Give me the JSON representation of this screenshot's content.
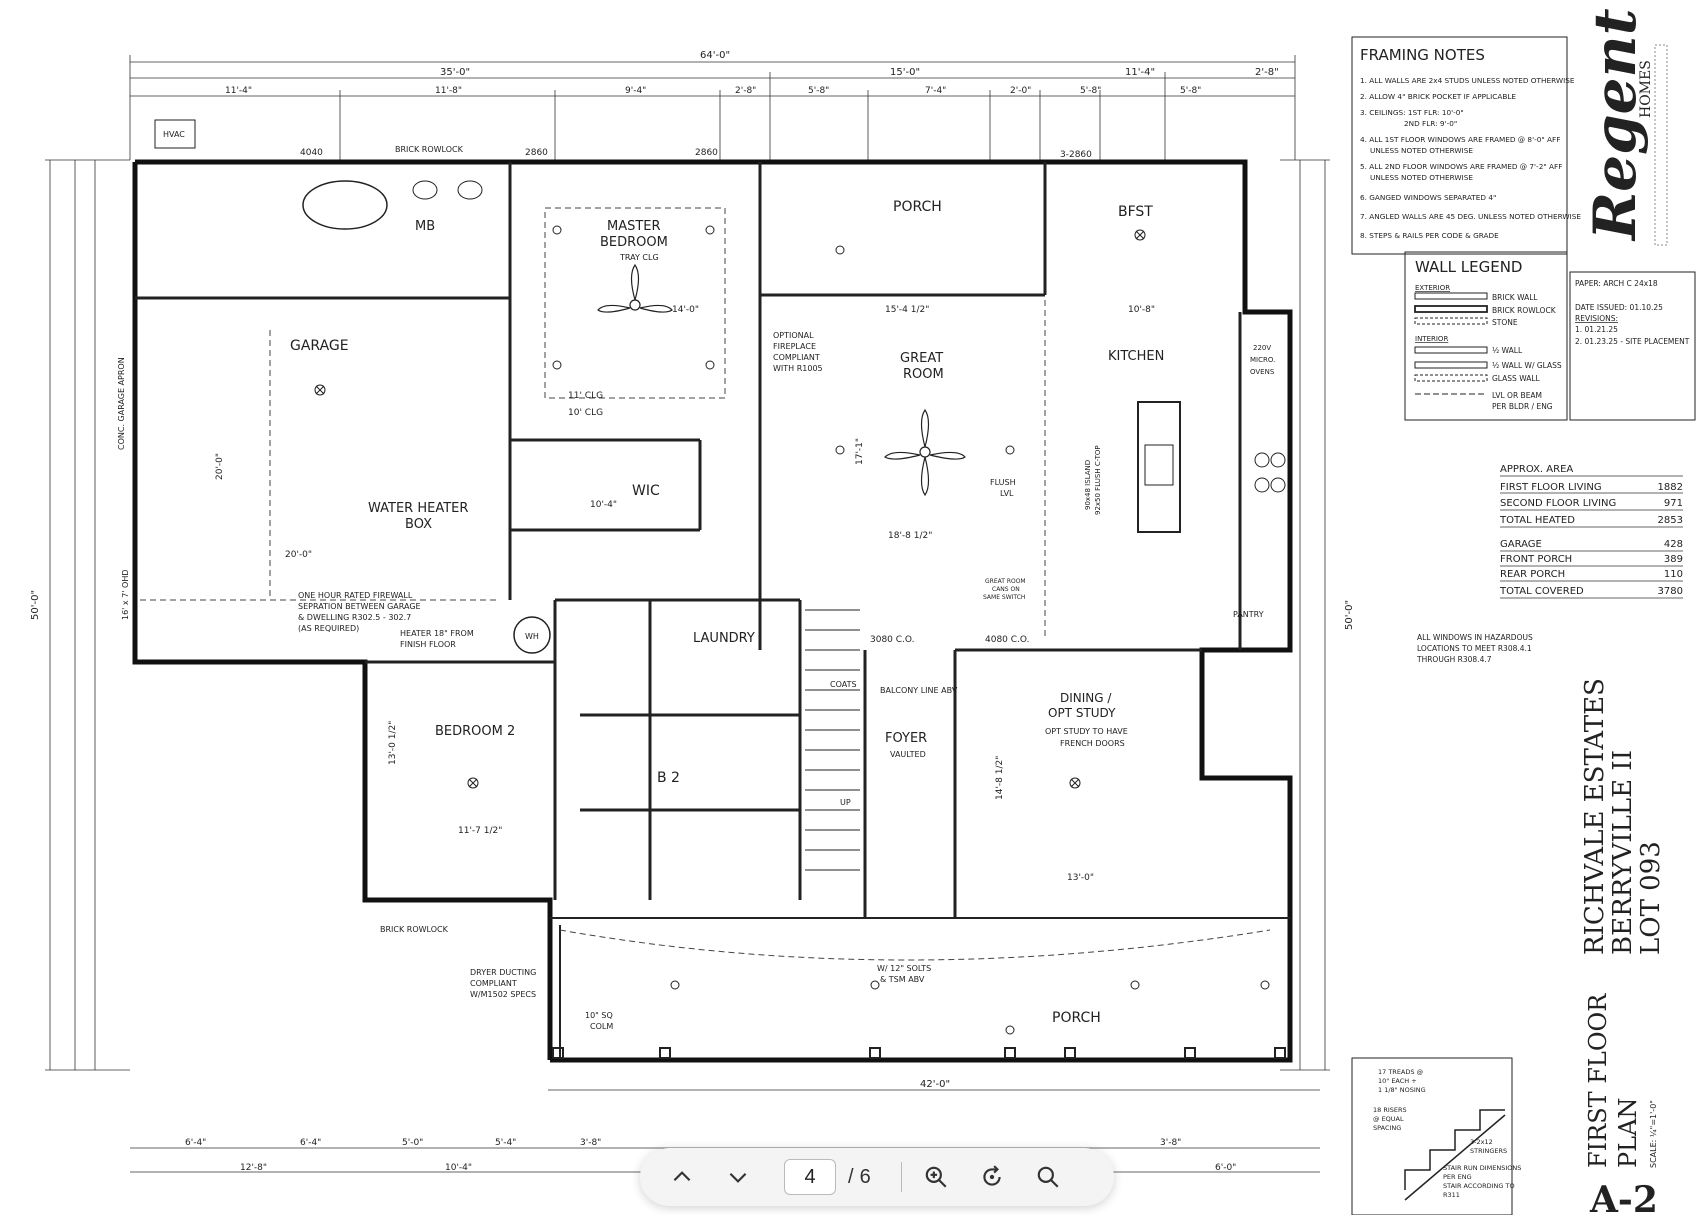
{
  "title_block": {
    "project": "RICHVALE ESTATES",
    "model": "BERRYVILLE II",
    "lot": "LOT 093",
    "sheet_title_1": "FIRST FLOOR",
    "sheet_title_2": "PLAN",
    "scale": "SCALE: ¼\"=1'-0\"",
    "sheet_number": "A-2",
    "brand": "Regent",
    "brand_sub": "HOMES"
  },
  "framing_notes": {
    "heading": "FRAMING NOTES",
    "items": [
      "1. ALL WALLS ARE 2x4 STUDS UNLESS NOTED OTHERWISE",
      "2. ALLOW 4\" BRICK POCKET IF APPLICABLE",
      "3. CEILINGS: 1ST FLR: 10'-0\"",
      "2ND FLR: 9'-0\"",
      "4. ALL 1ST FLOOR WINDOWS ARE FRAMED @ 8'-0\" AFF",
      "UNLESS NOTED OTHERWISE",
      "5. ALL 2ND FLOOR WINDOWS ARE FRAMED @ 7'-2\" AFF",
      "UNLESS NOTED OTHERWISE",
      "6. GANGED WINDOWS SEPARATED 4\"",
      "7. ANGLED WALLS ARE 45 DEG. UNLESS NOTED OTHERWISE",
      "8. STEPS & RAILS PER CODE & GRADE"
    ]
  },
  "wall_legend": {
    "heading": "WALL LEGEND",
    "exterior_label": "EXTERIOR",
    "interior_label": "INTERIOR",
    "items": [
      "BRICK WALL",
      "BRICK ROWLOCK",
      "STONE",
      "½ WALL",
      "½ WALL W/ GLASS",
      "GLASS WALL",
      "LVL OR BEAM",
      "PER BLDR / ENG"
    ]
  },
  "paper_info": {
    "paper": "PAPER: ARCH C 24x18",
    "date_issued": "DATE ISSUED: 01.10.25",
    "revisions_label": "REVISIONS:",
    "rev1": "1. 01.21.25",
    "rev2": "2. 01.23.25 - SITE PLACEMENT"
  },
  "area": {
    "heading": "APPROX. AREA",
    "rows": [
      {
        "label": "FIRST FLOOR LIVING",
        "value": "1882"
      },
      {
        "label": "SECOND FLOOR LIVING",
        "value": "971"
      },
      {
        "label": "TOTAL HEATED",
        "value": "2853"
      },
      {
        "label": "GARAGE",
        "value": "428"
      },
      {
        "label": "FRONT PORCH",
        "value": "389"
      },
      {
        "label": "REAR PORCH",
        "value": "110"
      },
      {
        "label": "TOTAL COVERED",
        "value": "3780"
      }
    ]
  },
  "window_note": [
    "ALL WINDOWS IN HAZARDOUS",
    "LOCATIONS TO MEET R308.4.1",
    "THROUGH R308.4.7"
  ],
  "stair_note": {
    "treads": [
      "17 TREADS @",
      "10\" EACH +",
      "1 1/8\" NOSING"
    ],
    "risers": [
      "18 RISERS",
      "@ EQUAL",
      "SPACING"
    ],
    "stringers": [
      "3-2x12",
      "STRINGERS"
    ],
    "run": [
      "STAIR RUN DIMENSIONS",
      "PER ENG",
      "STAIR ACCORDING TO",
      "R311"
    ]
  },
  "rooms": {
    "garage": "GARAGE",
    "master_bedroom_1": "MASTER",
    "master_bedroom_2": "BEDROOM",
    "tray_clg": "TRAY CLG",
    "mb": "MB",
    "wic": "WIC",
    "porch_rear": "PORCH",
    "bfst": "BFST",
    "great_room_1": "GREAT",
    "great_room_2": "ROOM",
    "kitchen": "KITCHEN",
    "laundry": "LAUNDRY",
    "bedroom2": "BEDROOM 2",
    "b2": "B 2",
    "foyer": "FOYER",
    "vaulted": "VAULTED",
    "dining_1": "DINING /",
    "dining_2": "OPT STUDY",
    "dining_note_1": "OPT STUDY TO HAVE",
    "dining_note_2": "FRENCH DOORS",
    "porch_front": "PORCH",
    "water_heater_1": "WATER HEATER",
    "water_heater_2": "BOX",
    "hvac": "HVAC",
    "pantry": "PANTRY",
    "coats": "COATS",
    "wh": "WH",
    "up": "UP"
  },
  "dimensions": {
    "overall": "64'-0\"",
    "top_35": "35'-0\"",
    "top_15": "15'-0\"",
    "top_114": "11'-4\"",
    "top_28": "2'-8\"",
    "top_d1": "11'-4\"",
    "top_d2": "11'-8\"",
    "top_d3": "9'-4\"",
    "top_d4": "2'-8\"",
    "top_d5": "5'-8\"",
    "top_d6": "7'-4\"",
    "top_d7": "2'-0\"",
    "top_d8": "5'-8\"",
    "top_d9": "5'-8\"",
    "left_500": "50'-0\"",
    "right_500": "50'-0\"",
    "bottom_42": "42'-0\"",
    "b1": "6'-4\"",
    "b2": "6'-4\"",
    "b3": "5'-0\"",
    "b4": "5'-4\"",
    "b5": "3'-8\"",
    "b6": "3'-8\"",
    "bb1": "12'-8\"",
    "bb2": "10'-4\"",
    "bb3": "6'-0\"",
    "garage_w": "20'-0\"",
    "garage_d": "20'-0\"",
    "great_w": "15'-4 1/2\"",
    "great_d": "17'-1\"",
    "great_w2": "18'-8 1/2\"",
    "kitchen_w": "10'-8\"",
    "dining_w": "13'-0\"",
    "dining_d": "14'-8 1/2\"",
    "br2_w": "11'-7 1/2\"",
    "br2_d": "13'-0 1/2\"",
    "mbed_w": "14'-0\"",
    "mbed_clg": "10' CLG",
    "mbed_clg2": "11' CLG",
    "wic_w": "10'-4\"",
    "w2860a": "2860",
    "w2860b": "2860",
    "w4040": "4040",
    "w32860": "3-2860",
    "w3080": "3080 C.O.",
    "w4080": "4080 C.O.",
    "brick_rowlock": "BRICK ROWLOCK",
    "conc_apron": "CONC. GARAGE APRON",
    "garage_door": "16' x 7' OHD"
  },
  "notes": {
    "firewall": [
      "ONE HOUR RATED FIREWALL",
      "SEPRATION BETWEEN GARAGE",
      "& DWELLING R302.5 - 302.7",
      "(AS REQUIRED)"
    ],
    "heater": [
      "HEATER 18\" FROM",
      "FINISH FLOOR"
    ],
    "dryer": [
      "DRYER DUCTING",
      "COMPLIANT",
      "W/M1502 SPECS"
    ],
    "colm": [
      "10\" SQ",
      "COLM"
    ],
    "fireplace": [
      "OPTIONAL",
      "FIREPLACE",
      "COMPLIANT",
      "WITH R1005"
    ],
    "soffits": [
      "W/ 12\" SOLTS",
      "& TSM ABV"
    ],
    "balcony": "BALCONY LINE ABV",
    "flush_lvl": [
      "FLUSH",
      "LVL"
    ],
    "great_room_cans": [
      "GREAT ROOM",
      "CANS ON",
      "SAME SWITCH"
    ],
    "microwave": [
      "220V",
      "MICRO.",
      "OVENS"
    ],
    "island": [
      "90x48 ISLAND",
      "92x50 FLUSH C-TOP"
    ]
  },
  "toolbar": {
    "page_current": "4",
    "page_sep": "/",
    "page_total": "6"
  }
}
